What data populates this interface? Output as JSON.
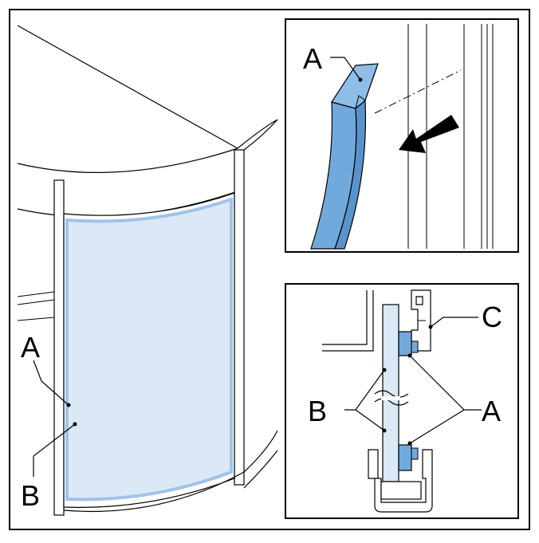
{
  "colors": {
    "line": "#000000",
    "glass_fill": "#dbe9f6",
    "glass_edge": "#9fc3ea",
    "seal": "#72a9dc",
    "seal_dark": "#5a93cc",
    "arrow": "#000000",
    "background": "#ffffff"
  },
  "main_view": {
    "label_seal": "A",
    "label_glass": "B"
  },
  "detail_top": {
    "label_seal": "A",
    "arrow_icon": "insert-direction-arrow"
  },
  "detail_bottom": {
    "label_frame": "C",
    "label_glass": "B",
    "label_seal": "A"
  }
}
